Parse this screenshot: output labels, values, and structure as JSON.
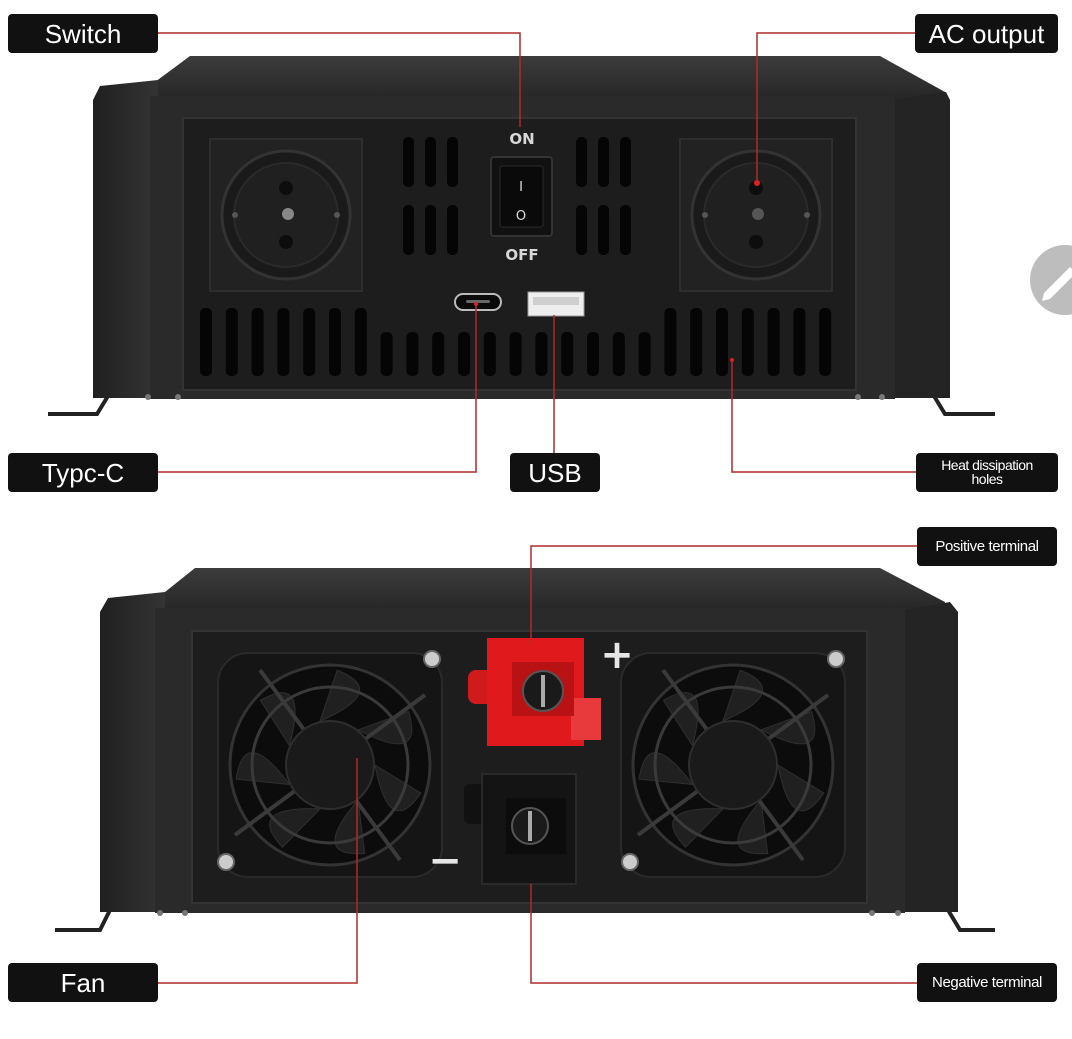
{
  "labels": {
    "switch": "Switch",
    "ac_output": "AC output",
    "type_c": "Typc-C",
    "usb": "USB",
    "heat_line1": "Heat dissipation",
    "heat_line2": "holes",
    "positive_terminal": "Positive terminal",
    "fan": "Fan",
    "negative_terminal": "Negative terminal"
  },
  "device_marks": {
    "switch_on": "ON",
    "switch_off": "OFF",
    "rocker_top": "I",
    "rocker_bottom": "O",
    "plus_sign": "+",
    "minus_sign": "−"
  },
  "colors": {
    "leader_line": "#b02a2a",
    "body": "#2b2b2b",
    "panel": "#1d1d1d",
    "terminal_red": "#e0191d",
    "label_bg": "#111111",
    "label_text": "#ffffff"
  },
  "icons": {
    "edit_button": "pencil-icon"
  }
}
